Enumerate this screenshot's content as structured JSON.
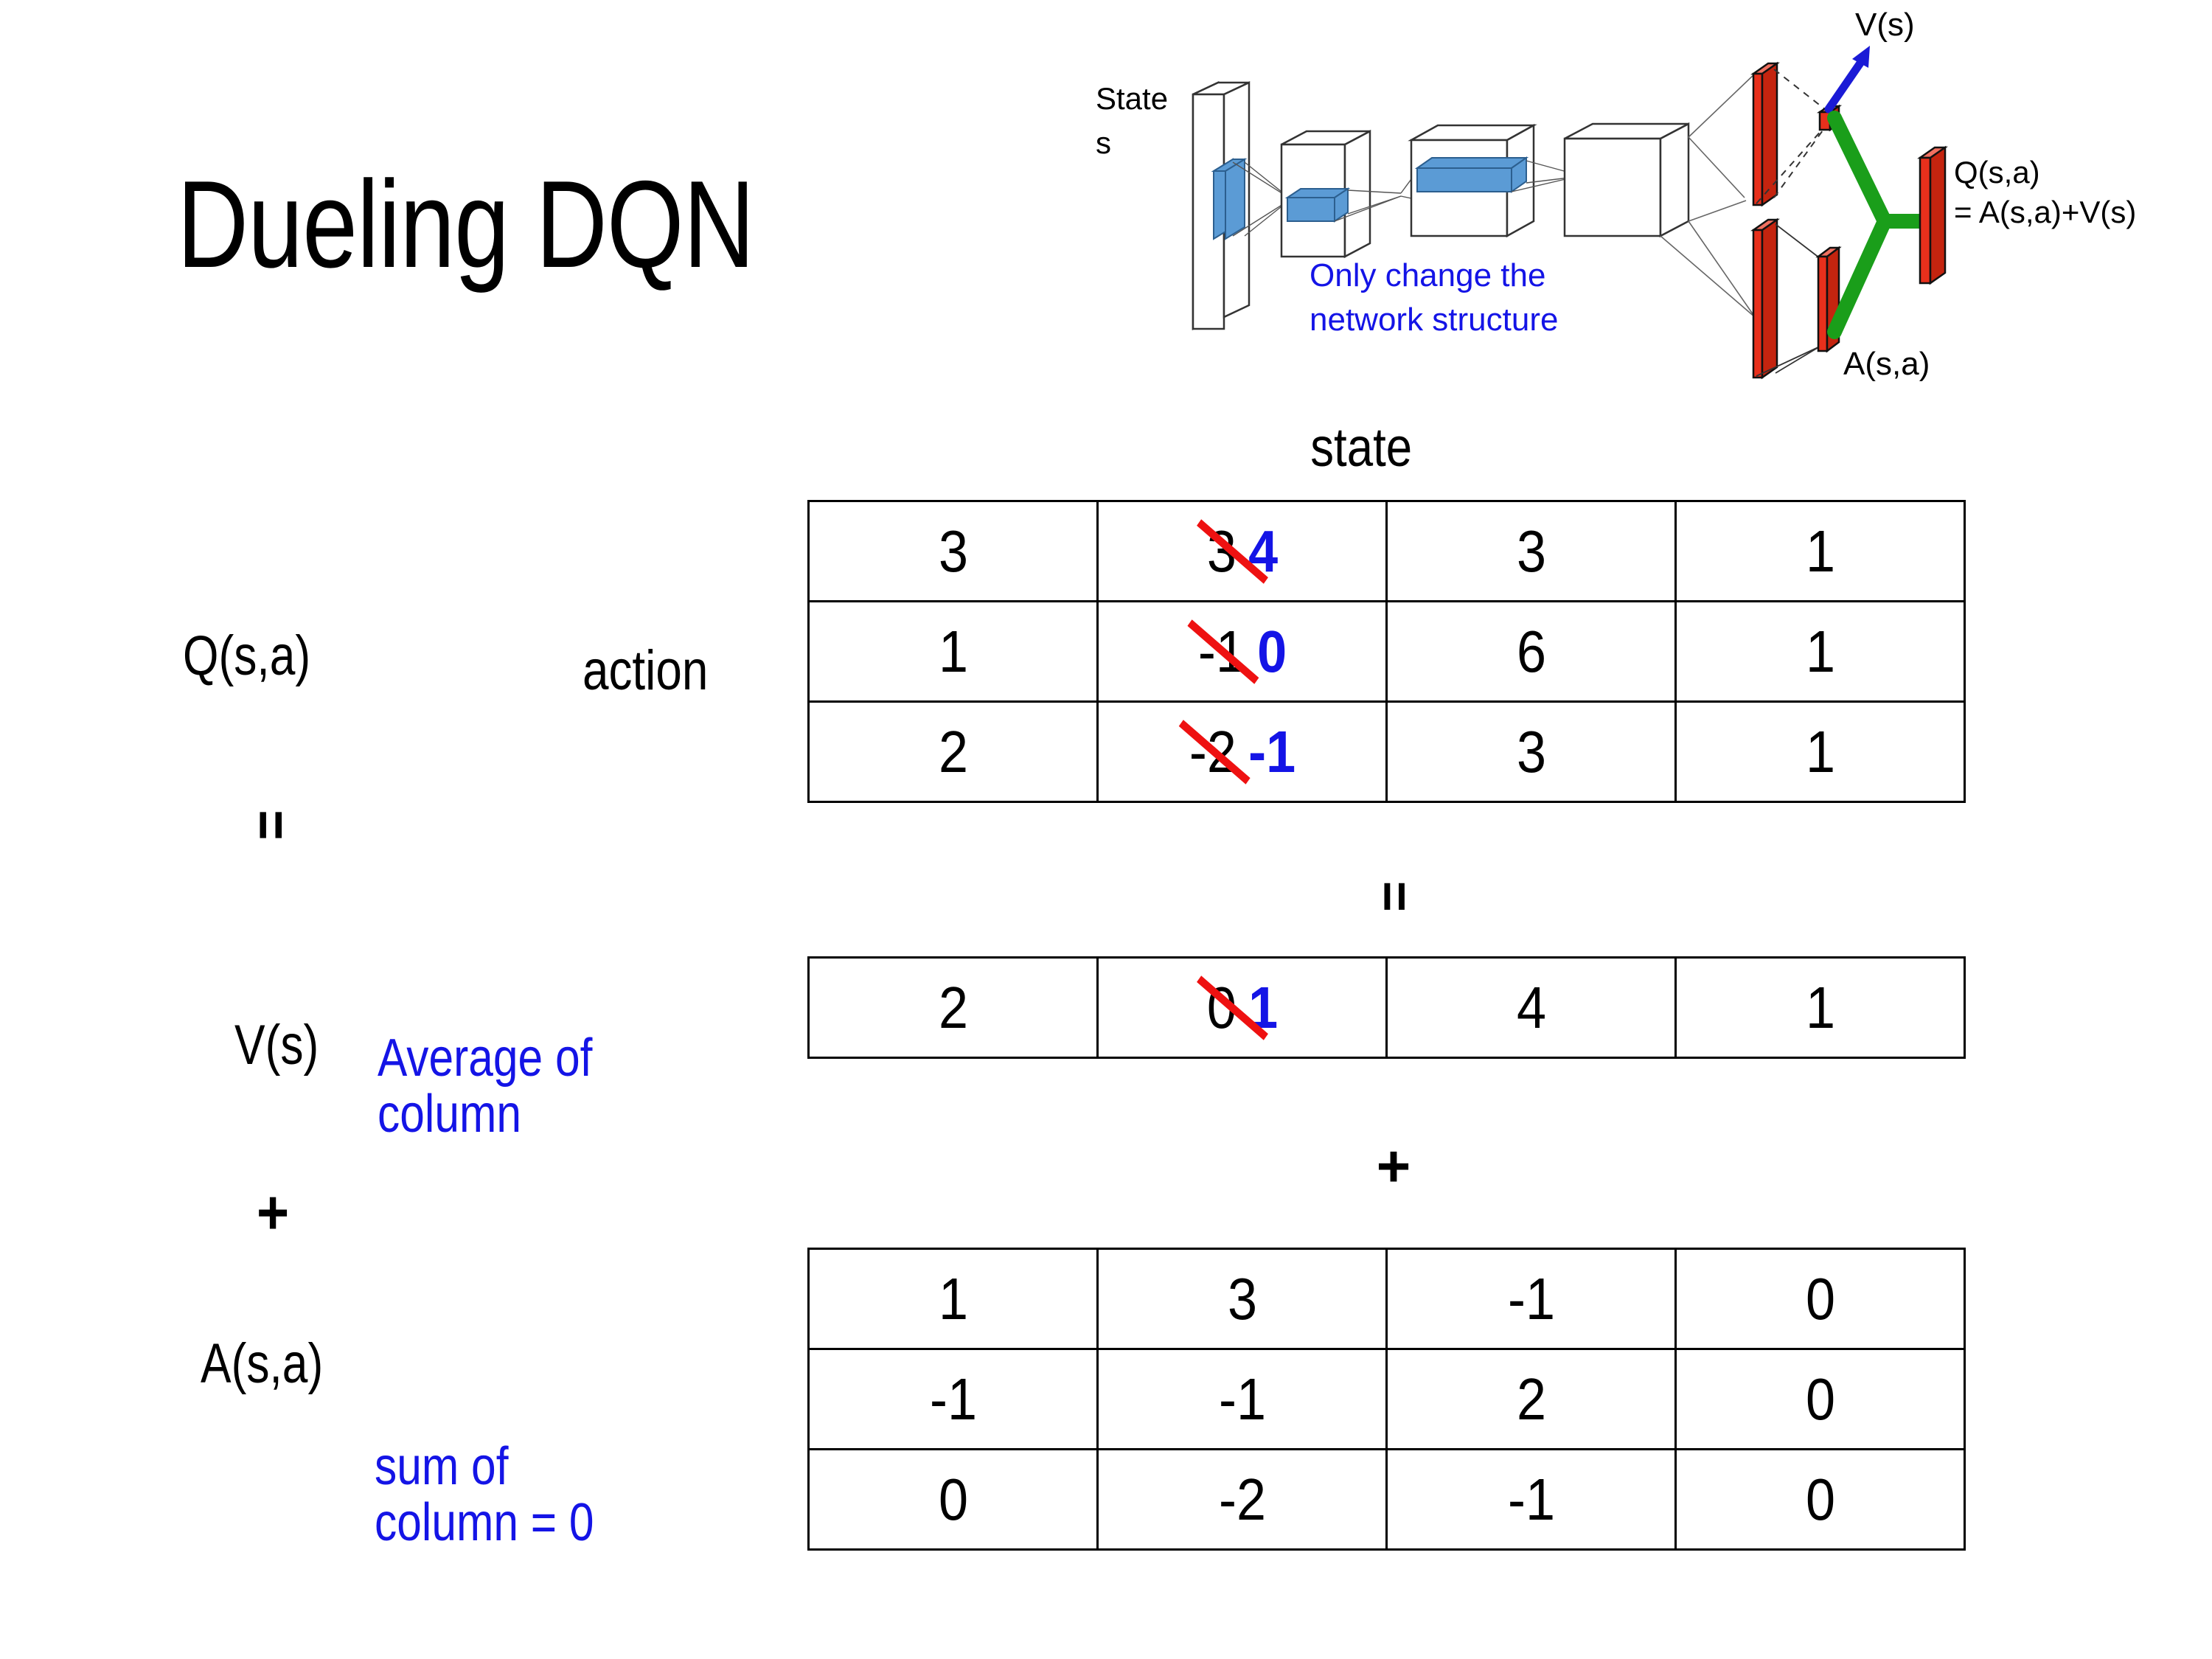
{
  "slide": {
    "title": "Dueling DQN"
  },
  "diagram": {
    "state_label_line1": "State",
    "state_label_line2": "s",
    "note": "Only change the network structure",
    "note_line1": "Only change the",
    "note_line2": "network structure",
    "v_output_label": "V(s)",
    "a_output_label": "A(s,a)",
    "q_output_line1": "Q(s,a)",
    "q_output_line2": "= A(s,a)+V(s)",
    "colors": {
      "note_blue": "#1414e6",
      "arrow_blue": "#1a1ad6",
      "bar_red": "#e8301c",
      "merge_green": "#1a9e1a",
      "filter_blue": "#5b9bd5"
    }
  },
  "labels": {
    "state_header": "state",
    "q_label": "Q(s,a)",
    "action_label": "action",
    "v_label": "V(s)",
    "a_label": "A(s,a)",
    "equals_left": "=",
    "equals_mid": "=",
    "plus_left": "+",
    "plus_mid": "+",
    "v_note_line1": "Average of",
    "v_note_line2": "column",
    "a_note_line1": "sum of",
    "a_note_line2": "column = 0",
    "note_blue": "#1414e6"
  },
  "chart_data": {
    "type": "table",
    "title": "Dueling DQN value decomposition",
    "axis_labels": {
      "columns": "state",
      "rows": "action"
    },
    "tables": [
      {
        "name": "Q(s,a)",
        "label": "Q(s,a)",
        "rows": [
          [
            {
              "value": "3"
            },
            {
              "value": "3",
              "corrected": "4",
              "struck": true
            },
            {
              "value": "3"
            },
            {
              "value": "1"
            }
          ],
          [
            {
              "value": "1"
            },
            {
              "value": "-1",
              "corrected": "0",
              "struck": true
            },
            {
              "value": "6"
            },
            {
              "value": "1"
            }
          ],
          [
            {
              "value": "2"
            },
            {
              "value": "-2",
              "corrected": "-1",
              "struck": true
            },
            {
              "value": "3"
            },
            {
              "value": "1"
            }
          ]
        ]
      },
      {
        "name": "V(s)",
        "label": "V(s)",
        "rows": [
          [
            {
              "value": "2"
            },
            {
              "value": "0",
              "corrected": "1",
              "struck": true
            },
            {
              "value": "4"
            },
            {
              "value": "1"
            }
          ]
        ]
      },
      {
        "name": "A(s,a)",
        "label": "A(s,a)",
        "rows": [
          [
            {
              "value": "1"
            },
            {
              "value": "3"
            },
            {
              "value": "-1"
            },
            {
              "value": "0"
            }
          ],
          [
            {
              "value": "-1"
            },
            {
              "value": "-1"
            },
            {
              "value": "2"
            },
            {
              "value": "0"
            }
          ],
          [
            {
              "value": "0"
            },
            {
              "value": "-2"
            },
            {
              "value": "-1"
            },
            {
              "value": "0"
            }
          ]
        ]
      }
    ],
    "relation": "Q(s,a) = V(s) + A(s,a)",
    "annotations": [
      "Average of column",
      "sum of column = 0"
    ],
    "edit_colors": {
      "strike": "#ee1111",
      "corrected": "#1414e6"
    }
  }
}
